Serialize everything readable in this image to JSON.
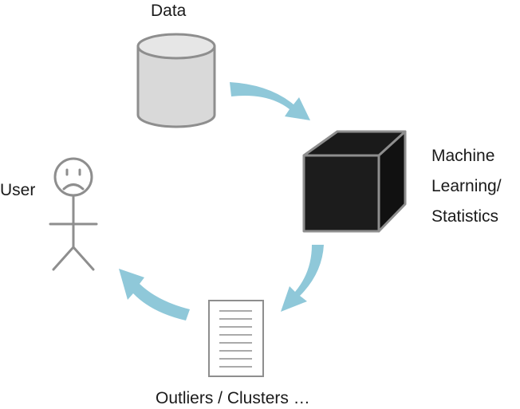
{
  "nodes": {
    "data": {
      "label": "Data",
      "icon": "database-icon"
    },
    "model": {
      "label_lines": [
        "Machine",
        "Learning/",
        "Statistics"
      ],
      "icon": "black-box-cube-icon"
    },
    "output": {
      "label": "Outliers / Clusters …",
      "icon": "document-icon"
    },
    "user": {
      "label": "User",
      "icon": "sad-stick-figure-icon"
    }
  },
  "colors": {
    "arrow": "#8fc8d9",
    "cube": "#1c1c1c",
    "cylinder": "#d9d9d9",
    "outline": "#8e8e8e",
    "text": "#1a1a1a"
  }
}
